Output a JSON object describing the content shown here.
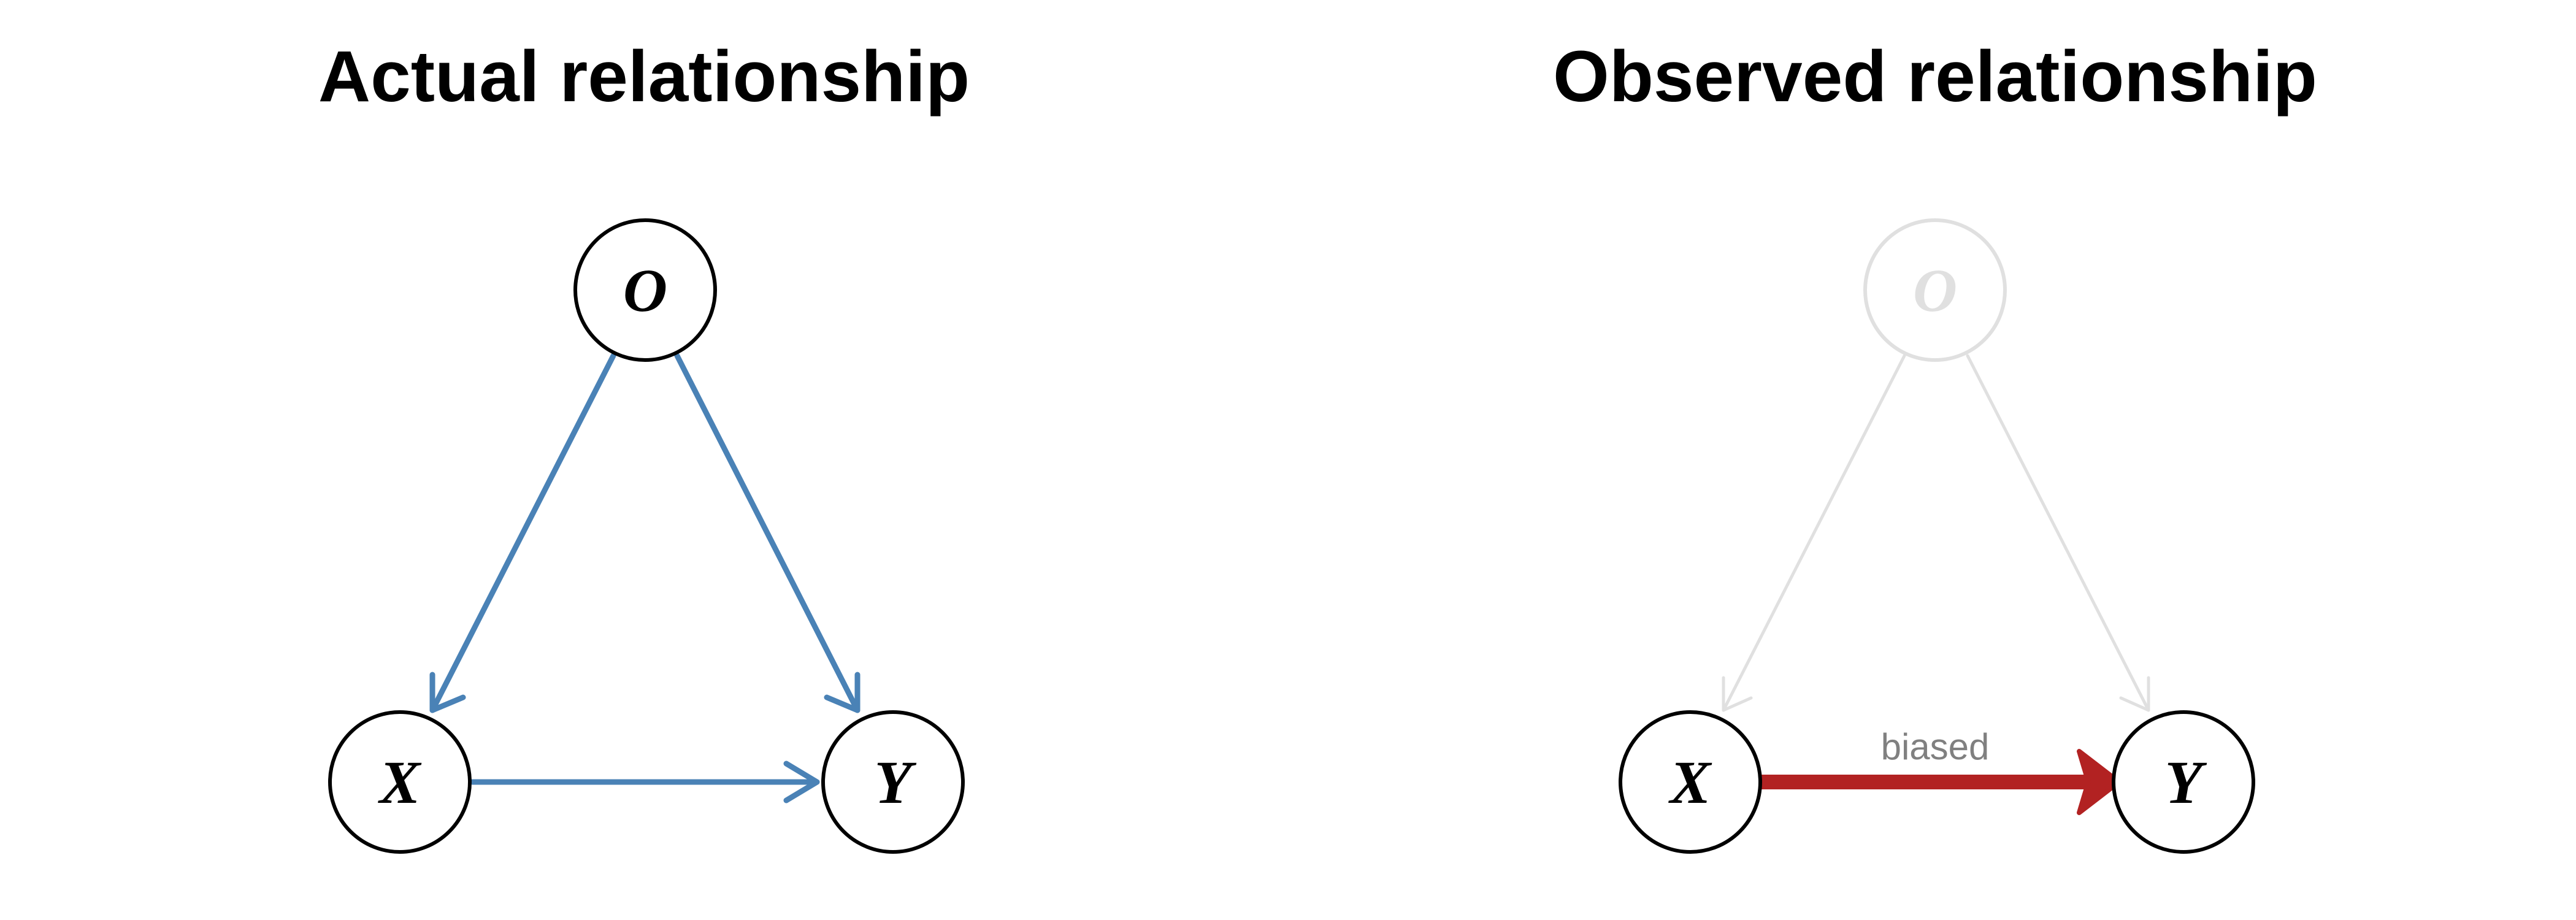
{
  "panels": [
    {
      "title": "Actual relationship",
      "nodes": {
        "O": "O",
        "X": "X",
        "Y": "Y"
      },
      "edges": [
        {
          "from": "O",
          "to": "X",
          "color": "#4a82b6",
          "style": "open-arrow"
        },
        {
          "from": "O",
          "to": "Y",
          "color": "#4a82b6",
          "style": "open-arrow"
        },
        {
          "from": "X",
          "to": "Y",
          "color": "#4a82b6",
          "style": "open-arrow"
        }
      ],
      "node_stroke": "#000000",
      "node_label_color": "#000000"
    },
    {
      "title": "Observed relationship",
      "nodes": {
        "O": "O",
        "X": "X",
        "Y": "Y"
      },
      "edges": [
        {
          "from": "O",
          "to": "X",
          "color": "#e0e0e0",
          "style": "open-arrow"
        },
        {
          "from": "O",
          "to": "Y",
          "color": "#e0e0e0",
          "style": "open-arrow"
        },
        {
          "from": "X",
          "to": "Y",
          "color": "#b22222",
          "style": "filled-arrow",
          "label": "biased"
        }
      ],
      "node_stroke_O": "#e0e0e0",
      "node_stroke": "#000000",
      "node_label_color": "#000000",
      "edge_label_color": "#808080"
    }
  ]
}
